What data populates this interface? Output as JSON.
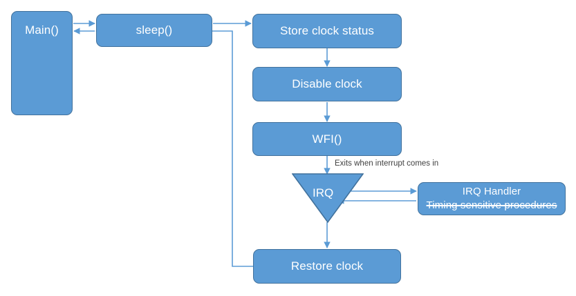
{
  "diagram": {
    "title": "MCU sleep / IRQ clock handling flow",
    "colors": {
      "node_fill": "#5B9BD5",
      "node_border": "#41719C",
      "connector": "#5B9BD5",
      "node_text": "#FFFFFF",
      "edge_label_text": "#404040",
      "background": "#FFFFFF"
    },
    "nodes": [
      {
        "id": "main",
        "label": "Main()",
        "shape": "rounded-rect"
      },
      {
        "id": "sleep",
        "label": "sleep()",
        "shape": "rounded-rect"
      },
      {
        "id": "store_clock",
        "label": "Store clock status",
        "shape": "rounded-rect"
      },
      {
        "id": "disable_clock",
        "label": "Disable clock",
        "shape": "rounded-rect"
      },
      {
        "id": "wfi",
        "label": "WFI()",
        "shape": "rounded-rect"
      },
      {
        "id": "irq",
        "label": "IRQ",
        "shape": "triangle-down"
      },
      {
        "id": "irq_handler",
        "shape": "rounded-rect",
        "line1": "IRQ Handler",
        "line2": "Timing sensitive procedures",
        "line2_strikethrough": true
      },
      {
        "id": "restore_clock",
        "label": "Restore clock",
        "shape": "rounded-rect"
      }
    ],
    "edge_labels": [
      {
        "id": "wfi_to_irq",
        "text": "Exits when interrupt comes in"
      }
    ]
  }
}
